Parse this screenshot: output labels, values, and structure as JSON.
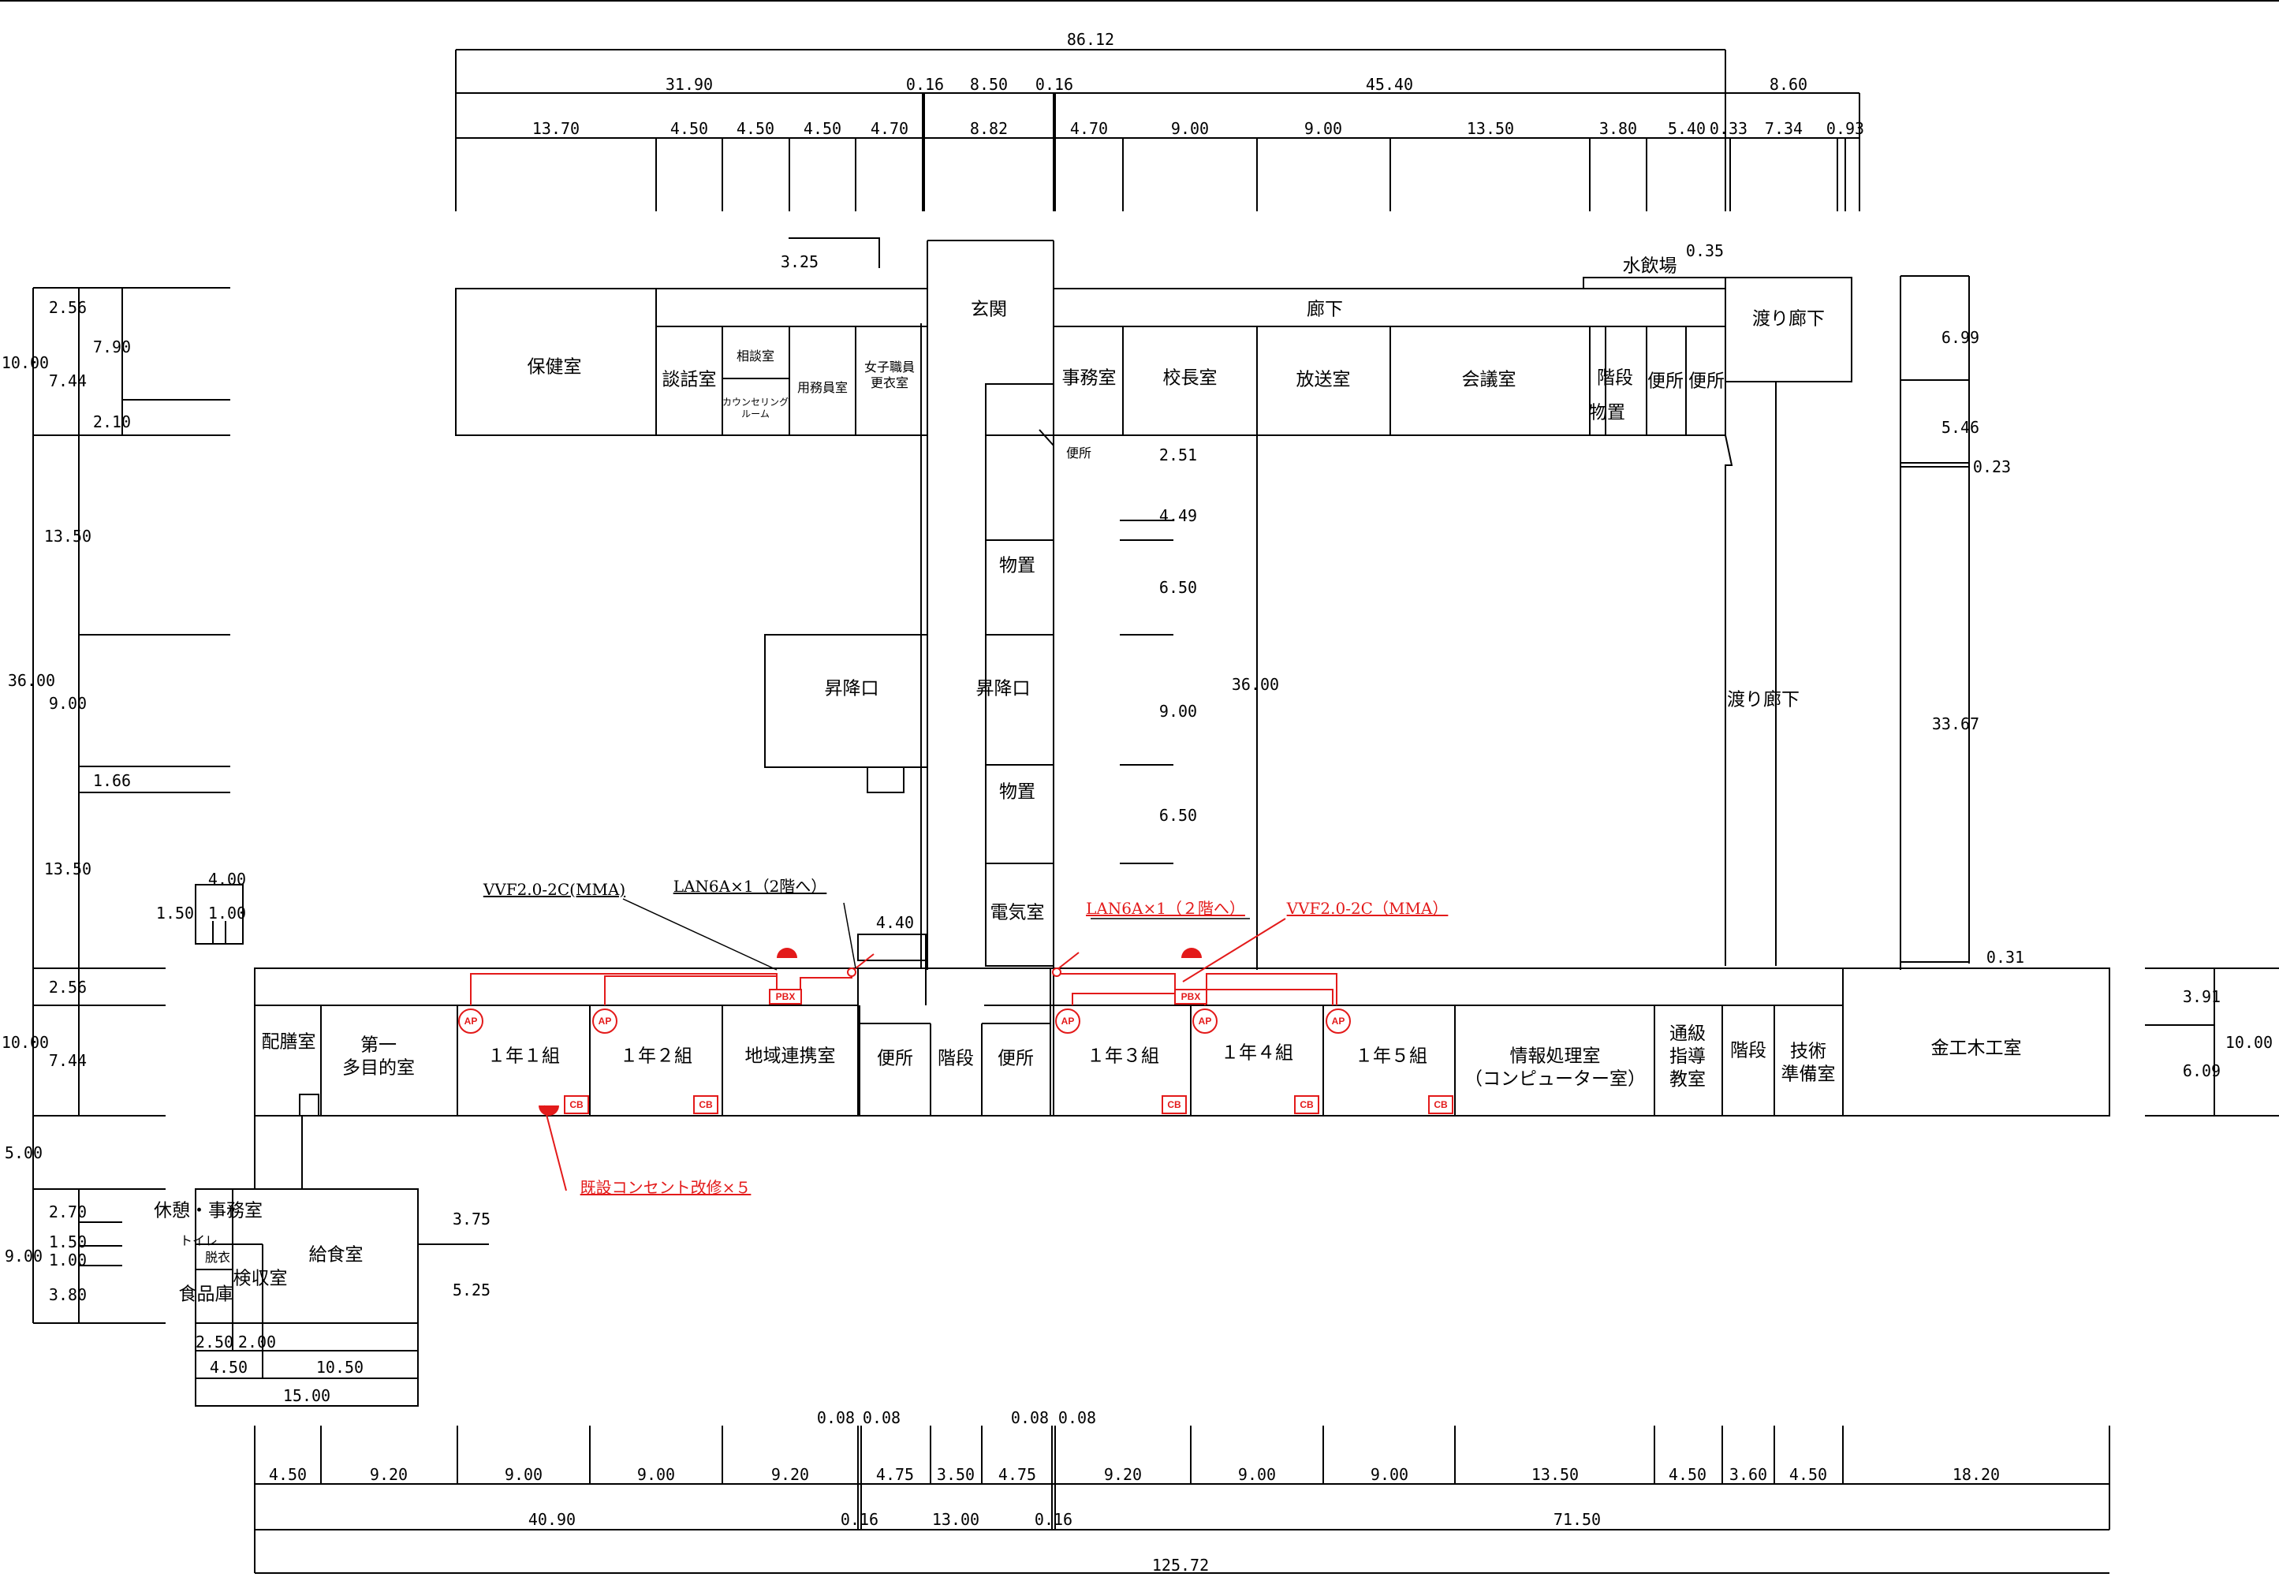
{
  "title_bar": "",
  "colors": {
    "line": "#000000",
    "wiring": "#e31a1a"
  },
  "overall_dims": {
    "top_total": "86.12",
    "top_left": "31.90",
    "top_gap1": "0.16",
    "top_mid": "8.50",
    "top_gap2": "0.16",
    "top_right": "45.40",
    "top_far": "8.60",
    "bottom_total": "125.72",
    "bottom_left": "40.90",
    "bottom_gap1": "0.16",
    "bottom_mid": "13.00",
    "bottom_gap2": "0.16",
    "bottom_right": "71.50"
  },
  "top_segments": [
    "13.70",
    "4.50",
    "4.50",
    "4.50",
    "4.70",
    "8.82",
    "4.70",
    "9.00",
    "9.00",
    "13.50",
    "3.80",
    "5.40",
    "0.33",
    "7.34",
    "0.93"
  ],
  "bottom_segments": [
    "4.50",
    "9.20",
    "9.00",
    "9.00",
    "9.20",
    "4.75",
    "3.50",
    "4.75",
    "9.20",
    "9.00",
    "9.00",
    "13.50",
    "4.50",
    "3.60",
    "4.50",
    "18.20"
  ],
  "bottom_gaps": [
    "0.08",
    "0.08",
    "0.08",
    "0.08"
  ],
  "left_dims": {
    "a": "2.56",
    "b": "10.00",
    "c": "7.44",
    "d": "7.90",
    "e": "2.10",
    "f": "13.50",
    "g": "36.00",
    "h": "9.00",
    "i": "1.66",
    "j": "13.50",
    "k": "2.56",
    "l": "10.00",
    "m": "7.44",
    "n": "5.00",
    "o": "2.70",
    "p": "1.50",
    "q": "1.00",
    "r": "9.00",
    "s": "3.80",
    "t": "4.00",
    "u": "1.50",
    "v": "1.00"
  },
  "center_dims": {
    "a": "3.25",
    "b": "2.51",
    "c": "4.49",
    "d": "6.50",
    "e": "9.00",
    "f": "6.50",
    "g": "36.00",
    "h": "4.40",
    "i": "0.35"
  },
  "right_dims": {
    "a": "6.99",
    "b": "5.46",
    "c": "0.23",
    "d": "33.67",
    "e": "0.31",
    "f": "3.91",
    "g": "10.00",
    "h": "6.09"
  },
  "kitchen_dims": {
    "a": "3.75",
    "b": "5.25",
    "c": "2.50",
    "d": "2.00",
    "e": "4.50",
    "f": "10.50",
    "g": "15.00"
  },
  "rooms": {
    "hokenshitsu": "保健室",
    "danwa": "談話室",
    "sodan": "相談室",
    "counseling": "カウンセリング\nルーム",
    "yomuin": "用務員室",
    "joshi": "女子職員\n更衣室",
    "genkan": "玄関",
    "roka": "廊下",
    "jimu": "事務室",
    "kocho": "校長室",
    "hoso": "放送室",
    "kaigi": "会議室",
    "kaidan_n": "階段",
    "monooki_n": "物置",
    "benjo_n1": "便所",
    "benjo_n2": "便所",
    "mizu": "水飲場",
    "watari1": "渡り廊下",
    "watari2": "渡り廊下",
    "benjo_small": "便所",
    "monooki1": "物置",
    "shoko1": "昇降口",
    "shoko2": "昇降口",
    "monooki2": "物置",
    "denki": "電気室",
    "haizen": "配膳室",
    "daiichi": "第一\n多目的室",
    "c1_1": "１年１組",
    "c1_2": "１年２組",
    "chiiki": "地域連携室",
    "benjo_s1": "便所",
    "kaidan_s": "階段",
    "benjo_s2": "便所",
    "c1_3": "１年３組",
    "c1_4": "１年４組",
    "c1_5": "１年５組",
    "joho": "情報処理室\n（コンピューター室）",
    "tsukyu": "通級\n指導\n教室",
    "kaidan_e": "階段",
    "gijutsu": "技術\n準備室",
    "kinko": "金工木工室",
    "kyukei": "休憩・事務室",
    "toilet": "トイレ",
    "datsui": "脱衣",
    "kyushoku": "給食室",
    "kenshu": "検収室",
    "shokuhin": "食品庫"
  },
  "wiring_notes": {
    "vvf_left": "VVF2.0-2C(MMA)",
    "lan_left": "LAN6A×1（2階へ）",
    "lan_right": "LAN6A×1（２階へ）",
    "vvf_right": "VVF2.0-2C（MMA）",
    "outlet": "既設コンセント改修×５"
  },
  "symbols": {
    "ap": "AP",
    "cb": "CB",
    "pbx": "PBX"
  }
}
